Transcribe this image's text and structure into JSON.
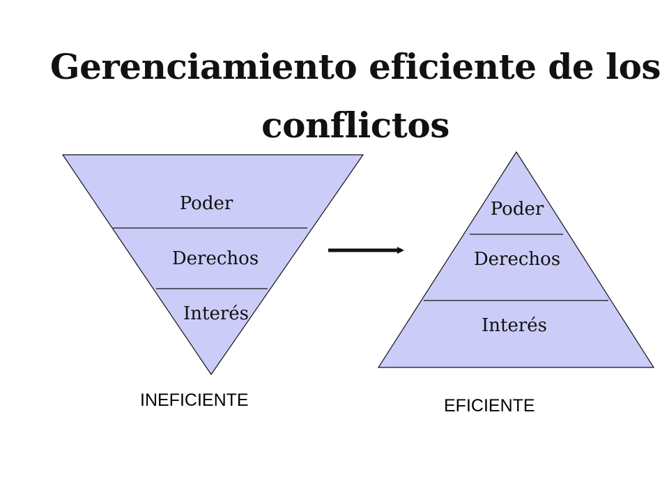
{
  "title": {
    "line1": "Gerenciamiento eficiente de los",
    "line2": "conflictos"
  },
  "colors": {
    "fill": "#ccccf8",
    "stroke": "#111111"
  },
  "inefficient": {
    "levels": [
      "Poder",
      "Derechos",
      "Interés"
    ],
    "caption": "INEFICIENTE"
  },
  "efficient": {
    "levels": [
      "Poder",
      "Derechos",
      "Interés"
    ],
    "caption": "EFICIENTE"
  },
  "arrow": {
    "icon": "right-arrow-icon"
  }
}
